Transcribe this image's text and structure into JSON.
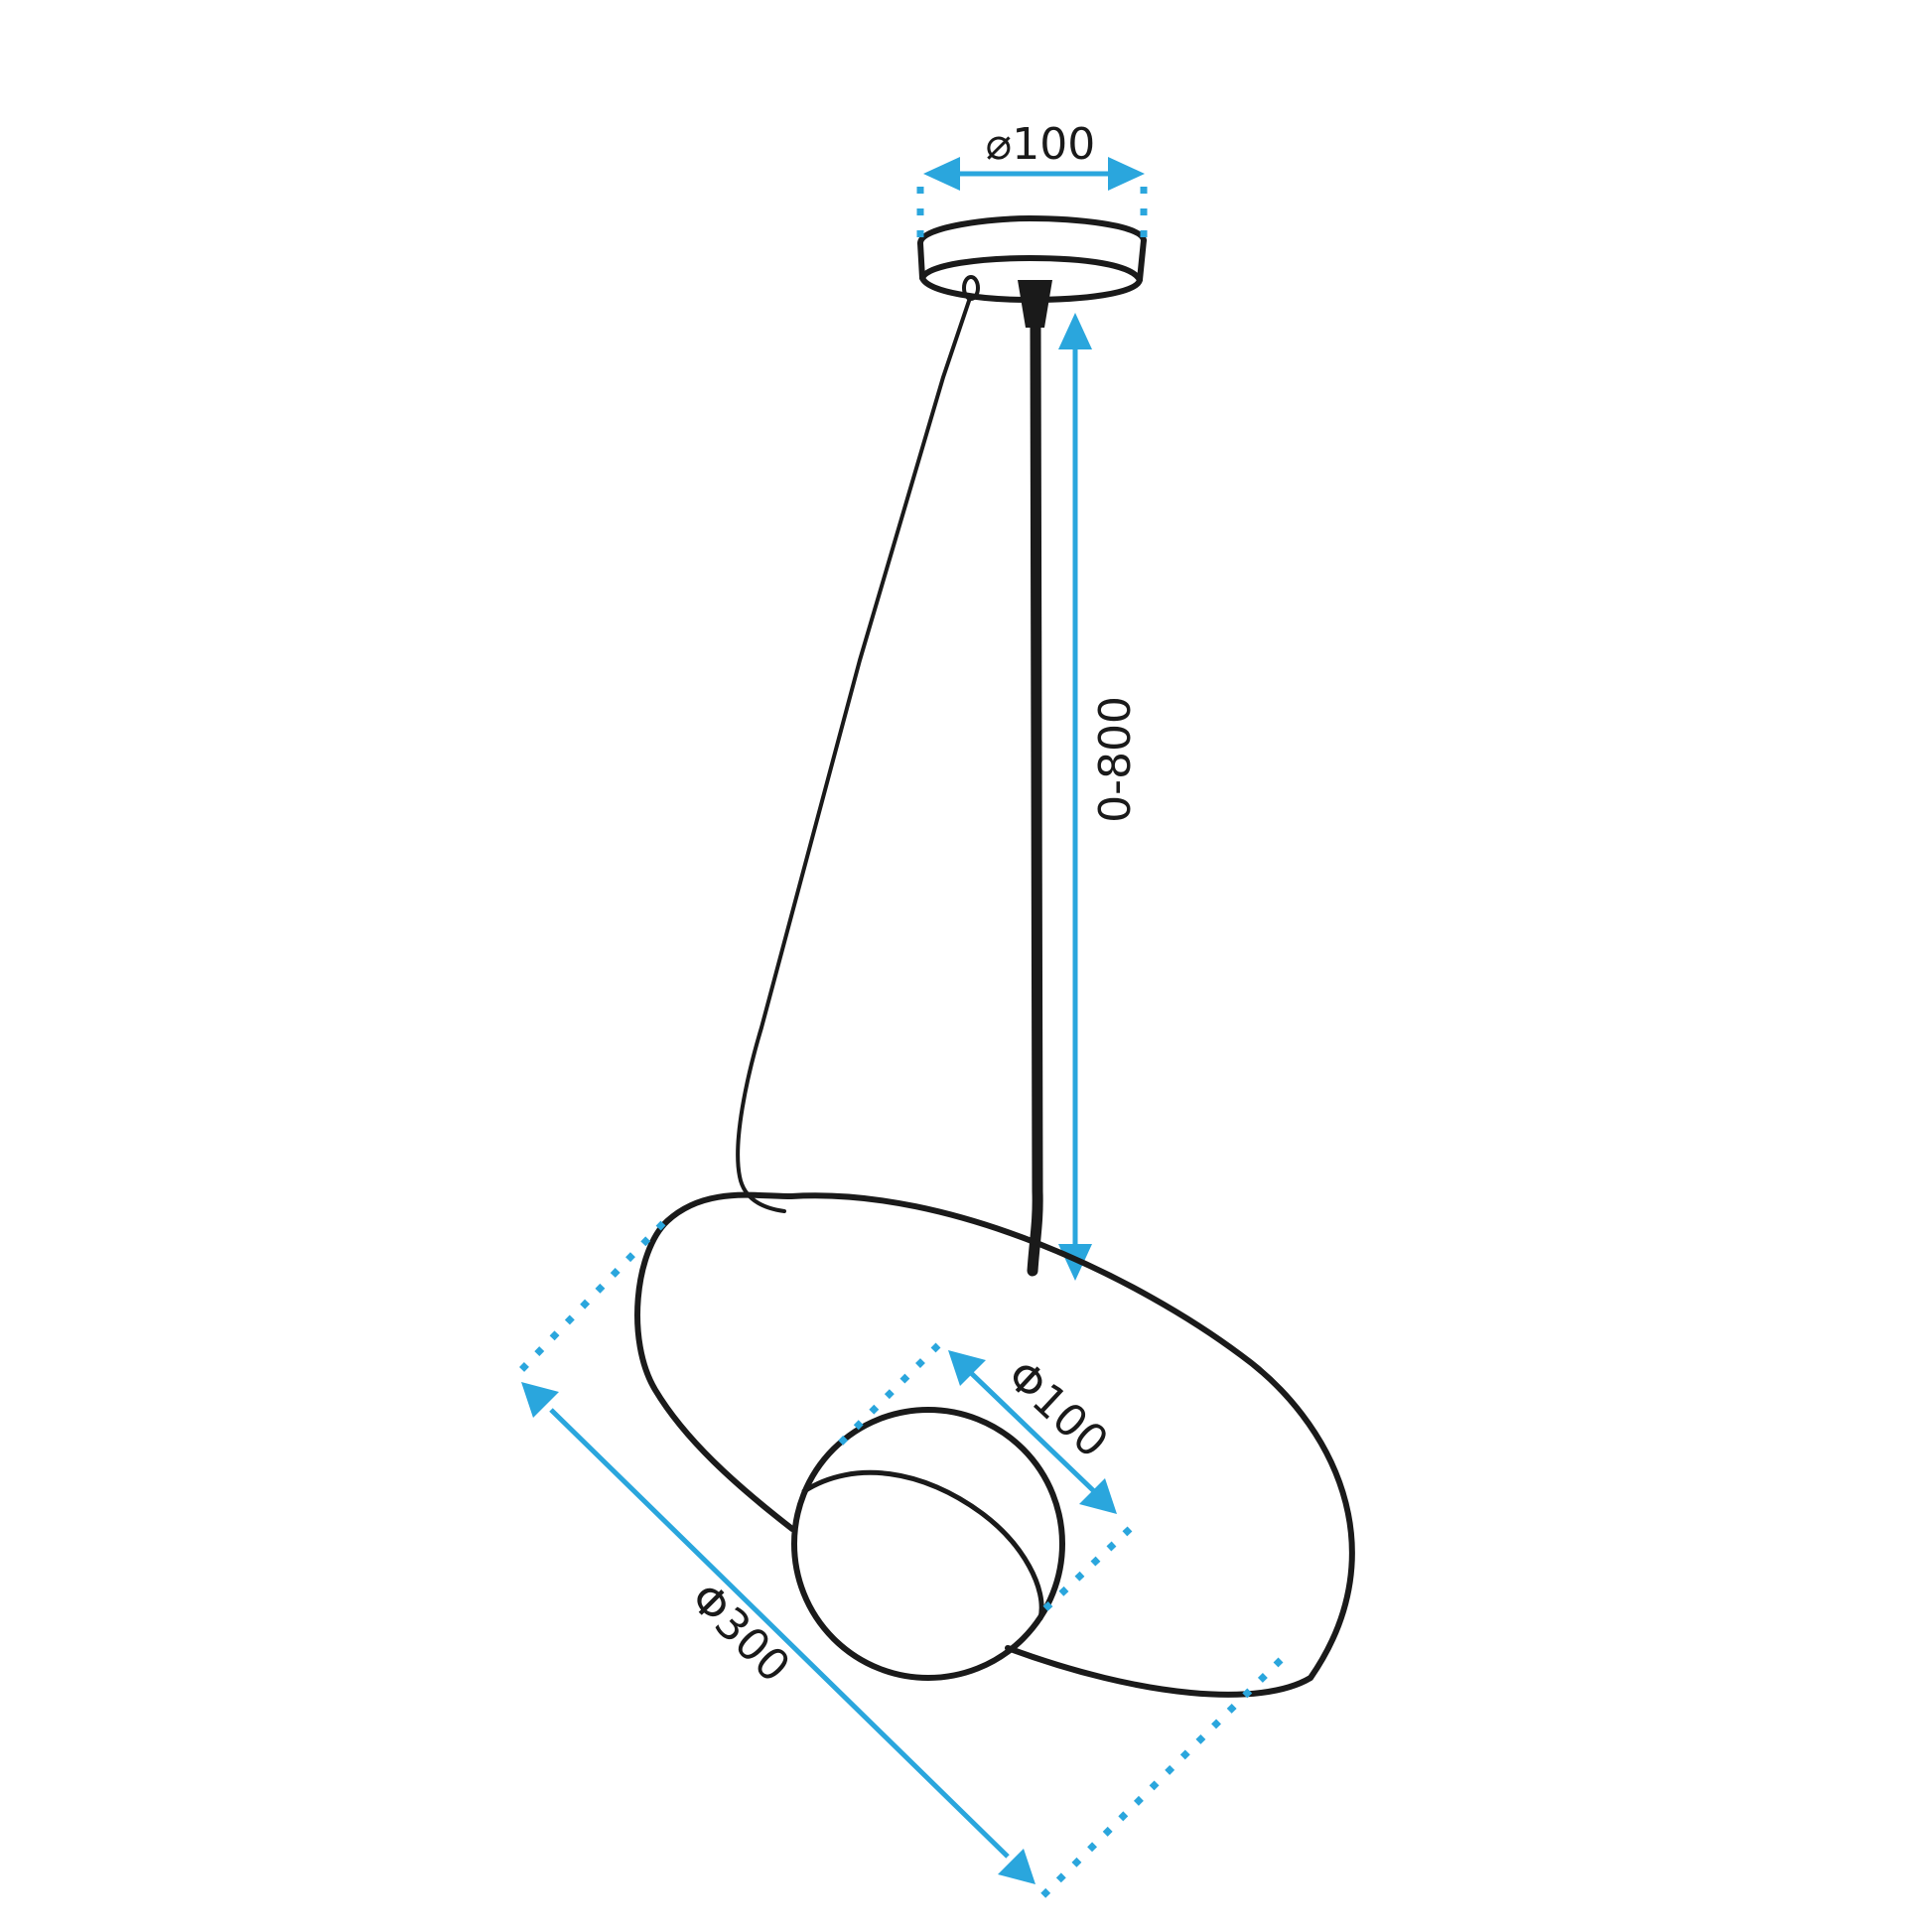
{
  "diagram": {
    "subject": "Pendant lamp technical dimension drawing",
    "colors": {
      "outline": "#1a1a1a",
      "dimension": "#2aa6dd",
      "background": "#ffffff"
    },
    "dimensions": {
      "canopy_diameter": "⌀100",
      "cable_length": "0-800",
      "globe_diameter": "Φ100",
      "shade_diameter": "Φ300"
    },
    "parts": [
      "canopy",
      "suspension-cable",
      "power-cord",
      "disc-shade",
      "glass-globe"
    ]
  }
}
